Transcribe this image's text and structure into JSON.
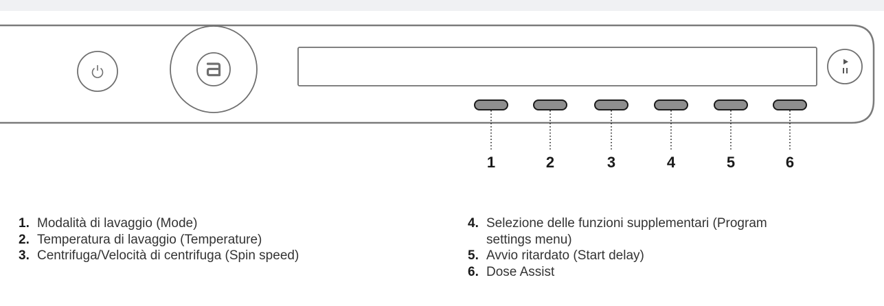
{
  "panel": {
    "power_icon": "power-icon",
    "assist_icon": "a-logo-icon",
    "start_pause_icon": "play-pause-icon"
  },
  "callouts": [
    "1",
    "2",
    "3",
    "4",
    "5",
    "6"
  ],
  "legend": {
    "left": [
      {
        "num": "1.",
        "text": "Modalità di lavaggio (Mode)"
      },
      {
        "num": "2.",
        "text": "Temperatura di lavaggio (Temperature)"
      },
      {
        "num": "3.",
        "text": "Centrifuga/Velocità di centrifuga (Spin speed)"
      }
    ],
    "right": [
      {
        "num": "4.",
        "text": "Selezione delle funzioni supplementari (Program",
        "cont": "settings menu)"
      },
      {
        "num": "5.",
        "text": "Avvio ritardato (Start delay)"
      },
      {
        "num": "6.",
        "text": "Dose Assist"
      }
    ]
  }
}
